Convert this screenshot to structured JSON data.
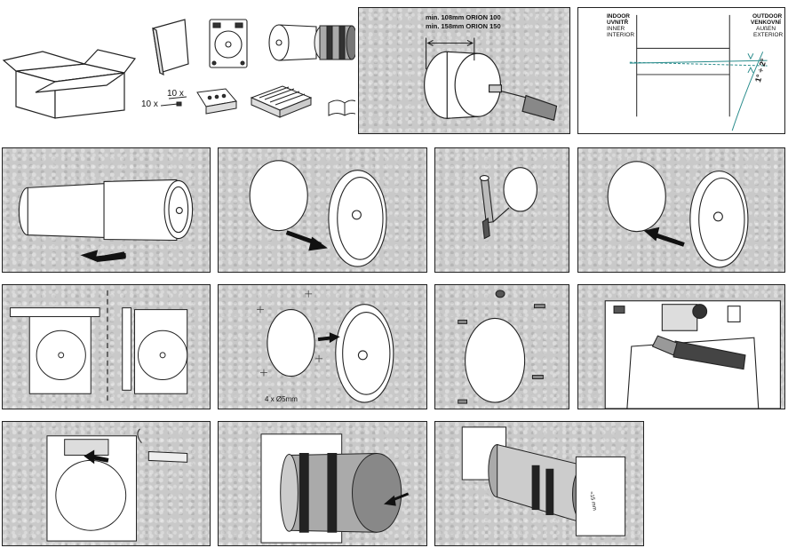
{
  "overview": {
    "qty_screws": "10 x",
    "qty_plugs": "10 x"
  },
  "drill_step": {
    "depth_line1": "min. 108mm ORION 100",
    "depth_line2": "min. 158mm ORION 150"
  },
  "slope_step": {
    "indoor_l1": "INDOOR",
    "indoor_l2": "UVNITŘ",
    "indoor_l3": "INNER",
    "indoor_l4": "INTERIOR",
    "outdoor_l1": "OUTDOOR",
    "outdoor_l2": "VENKOVNÍ",
    "outdoor_l3": "AUßEN",
    "outdoor_l4": "EXTERIOR",
    "angle": "1° ÷ 2°"
  },
  "mount_step": {
    "holes": "4 x Ø5mm"
  },
  "final_step": {
    "gap": "≈15 mm"
  }
}
